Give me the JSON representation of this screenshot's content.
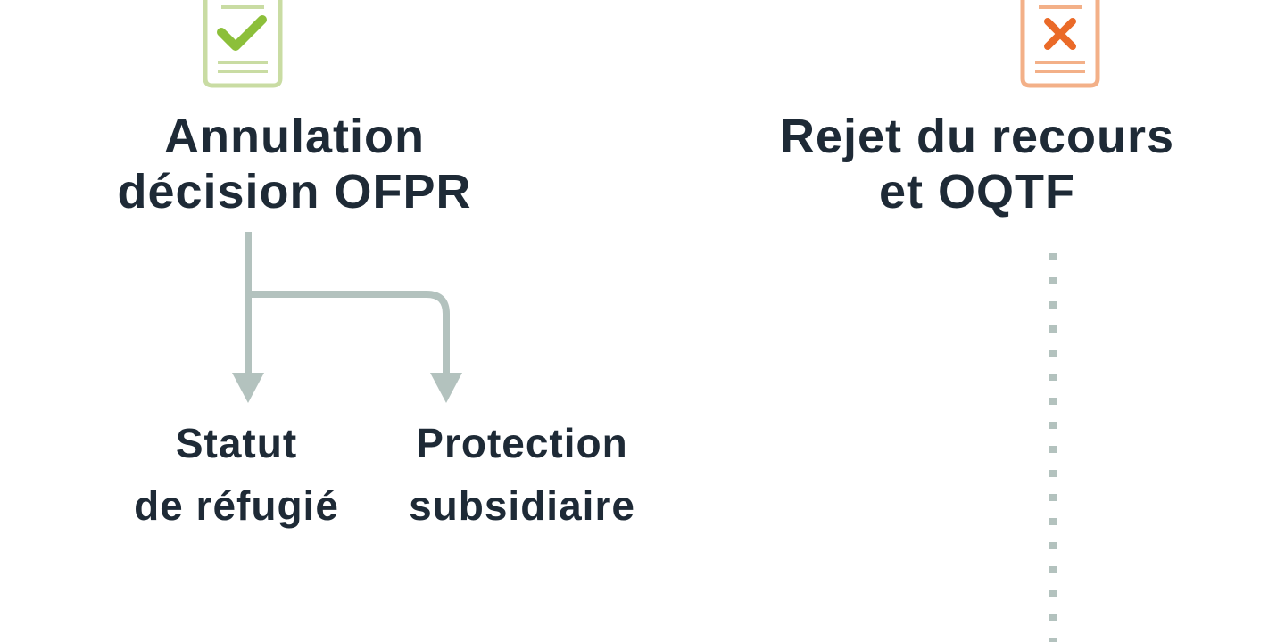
{
  "outcomes": {
    "accepted": {
      "icon": "document-check-icon",
      "color": "#9dbf5e",
      "title_line1": "Annulation",
      "title_line2": "décision OFPR",
      "branches": [
        {
          "line1": "Statut",
          "line2": "de réfugié"
        },
        {
          "line1": "Protection",
          "line2": "subsidiaire"
        }
      ]
    },
    "rejected": {
      "icon": "document-cross-icon",
      "color": "#ef8a4e",
      "title_line1": "Rejet du recours",
      "title_line2": "et OQTF"
    }
  },
  "connector_color": "#b3c2be"
}
